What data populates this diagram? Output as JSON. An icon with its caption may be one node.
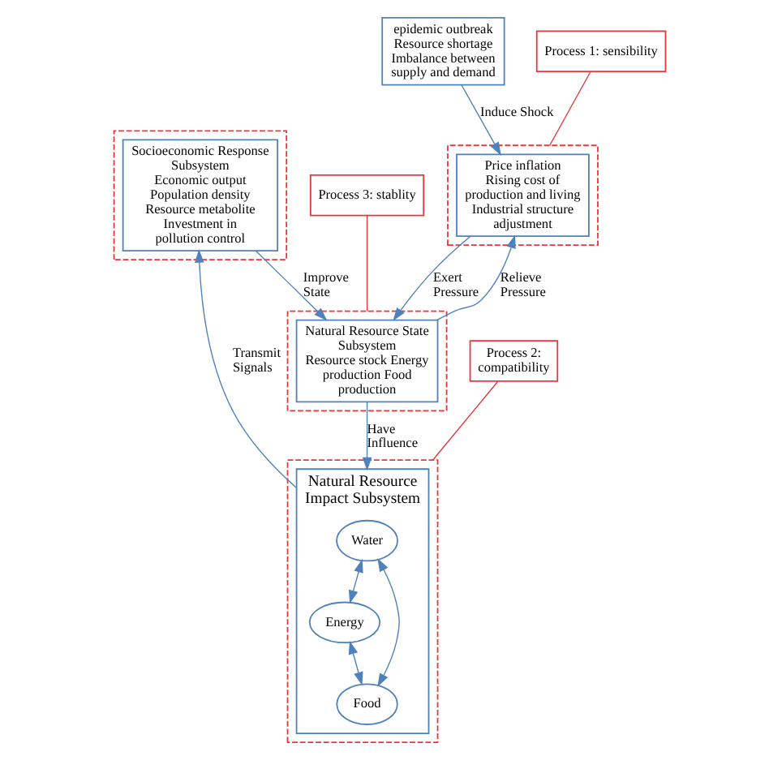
{
  "diagram": {
    "nodes": [
      {
        "text": [],
        "shape": "box"
      },
      {
        "text": [
          "Price inflation",
          "Rising cost of production and living",
          "Industrial structure adjustment"
        ],
        "in": 0
      },
      {
        "text": [
          "epidemic outbreak",
          "Resource shortage",
          "Imbalance between supply and demand"
        ]
      },
      {
        "text": [
          "Process 1: sensibility"
        ]
      },
      {
        "text": [],
        "shape": "box"
      },
      {
        "text": [
          "Natural Resource State Subsystem",
          "Resource stock Energy production Food production"
        ],
        "in": 4
      },
      {
        "text": [
          "Process 3: stablity"
        ]
      },
      {
        "text": [],
        "shape": "box"
      },
      {
        "text": [
          "Natural Resource Impact Subsystem"
        ],
        "in": 7
      },
      {
        "text": [
          "Water"
        ],
        "in": 8
      },
      {
        "text": [
          "Energy"
        ],
        "in": 8
      },
      {
        "text": [
          "Food"
        ],
        "in": 8
      },
      {
        "text": [
          "Process 2: compatibility"
        ]
      },
      {
        "text": [],
        "shape": "box"
      },
      {
        "text": [
          "Socioeconomic Response Subsystem",
          "Economic output Population density Resource metabolite Investment in pollution control"
        ],
        "in": 13
      }
    ],
    "edges": [
      {
        "from": 2,
        "to": 1,
        "arrow": "to",
        "label": "Induce Shock"
      },
      {
        "from": 1,
        "to": 5,
        "arrow": "to",
        "label": "Exert Pressure"
      },
      {
        "from": 5,
        "to": 1,
        "arrow": "to",
        "label": "Relieve Pressure"
      },
      {
        "from": 14,
        "to": 5,
        "arrow": "to",
        "label": "Improve State"
      },
      {
        "from": 5,
        "to": 8,
        "arrow": "to",
        "label": "Have Influence"
      },
      {
        "from": 8,
        "to": 14,
        "arrow": "to",
        "label": "Transmit Signals"
      },
      {
        "from": 9,
        "to": 10,
        "arrow": "both"
      },
      {
        "from": 9,
        "to": 11,
        "arrow": "both"
      },
      {
        "from": 10,
        "to": 11,
        "arrow": "both"
      },
      {
        "from": 3,
        "to": 0,
        "arrow": "none",
        "color": "#e8383d"
      },
      {
        "from": 6,
        "to": 4,
        "arrow": "none",
        "color": "#e8383d"
      },
      {
        "from": 12,
        "to": 7,
        "arrow": "none",
        "color": "#e8383d"
      }
    ]
  }
}
